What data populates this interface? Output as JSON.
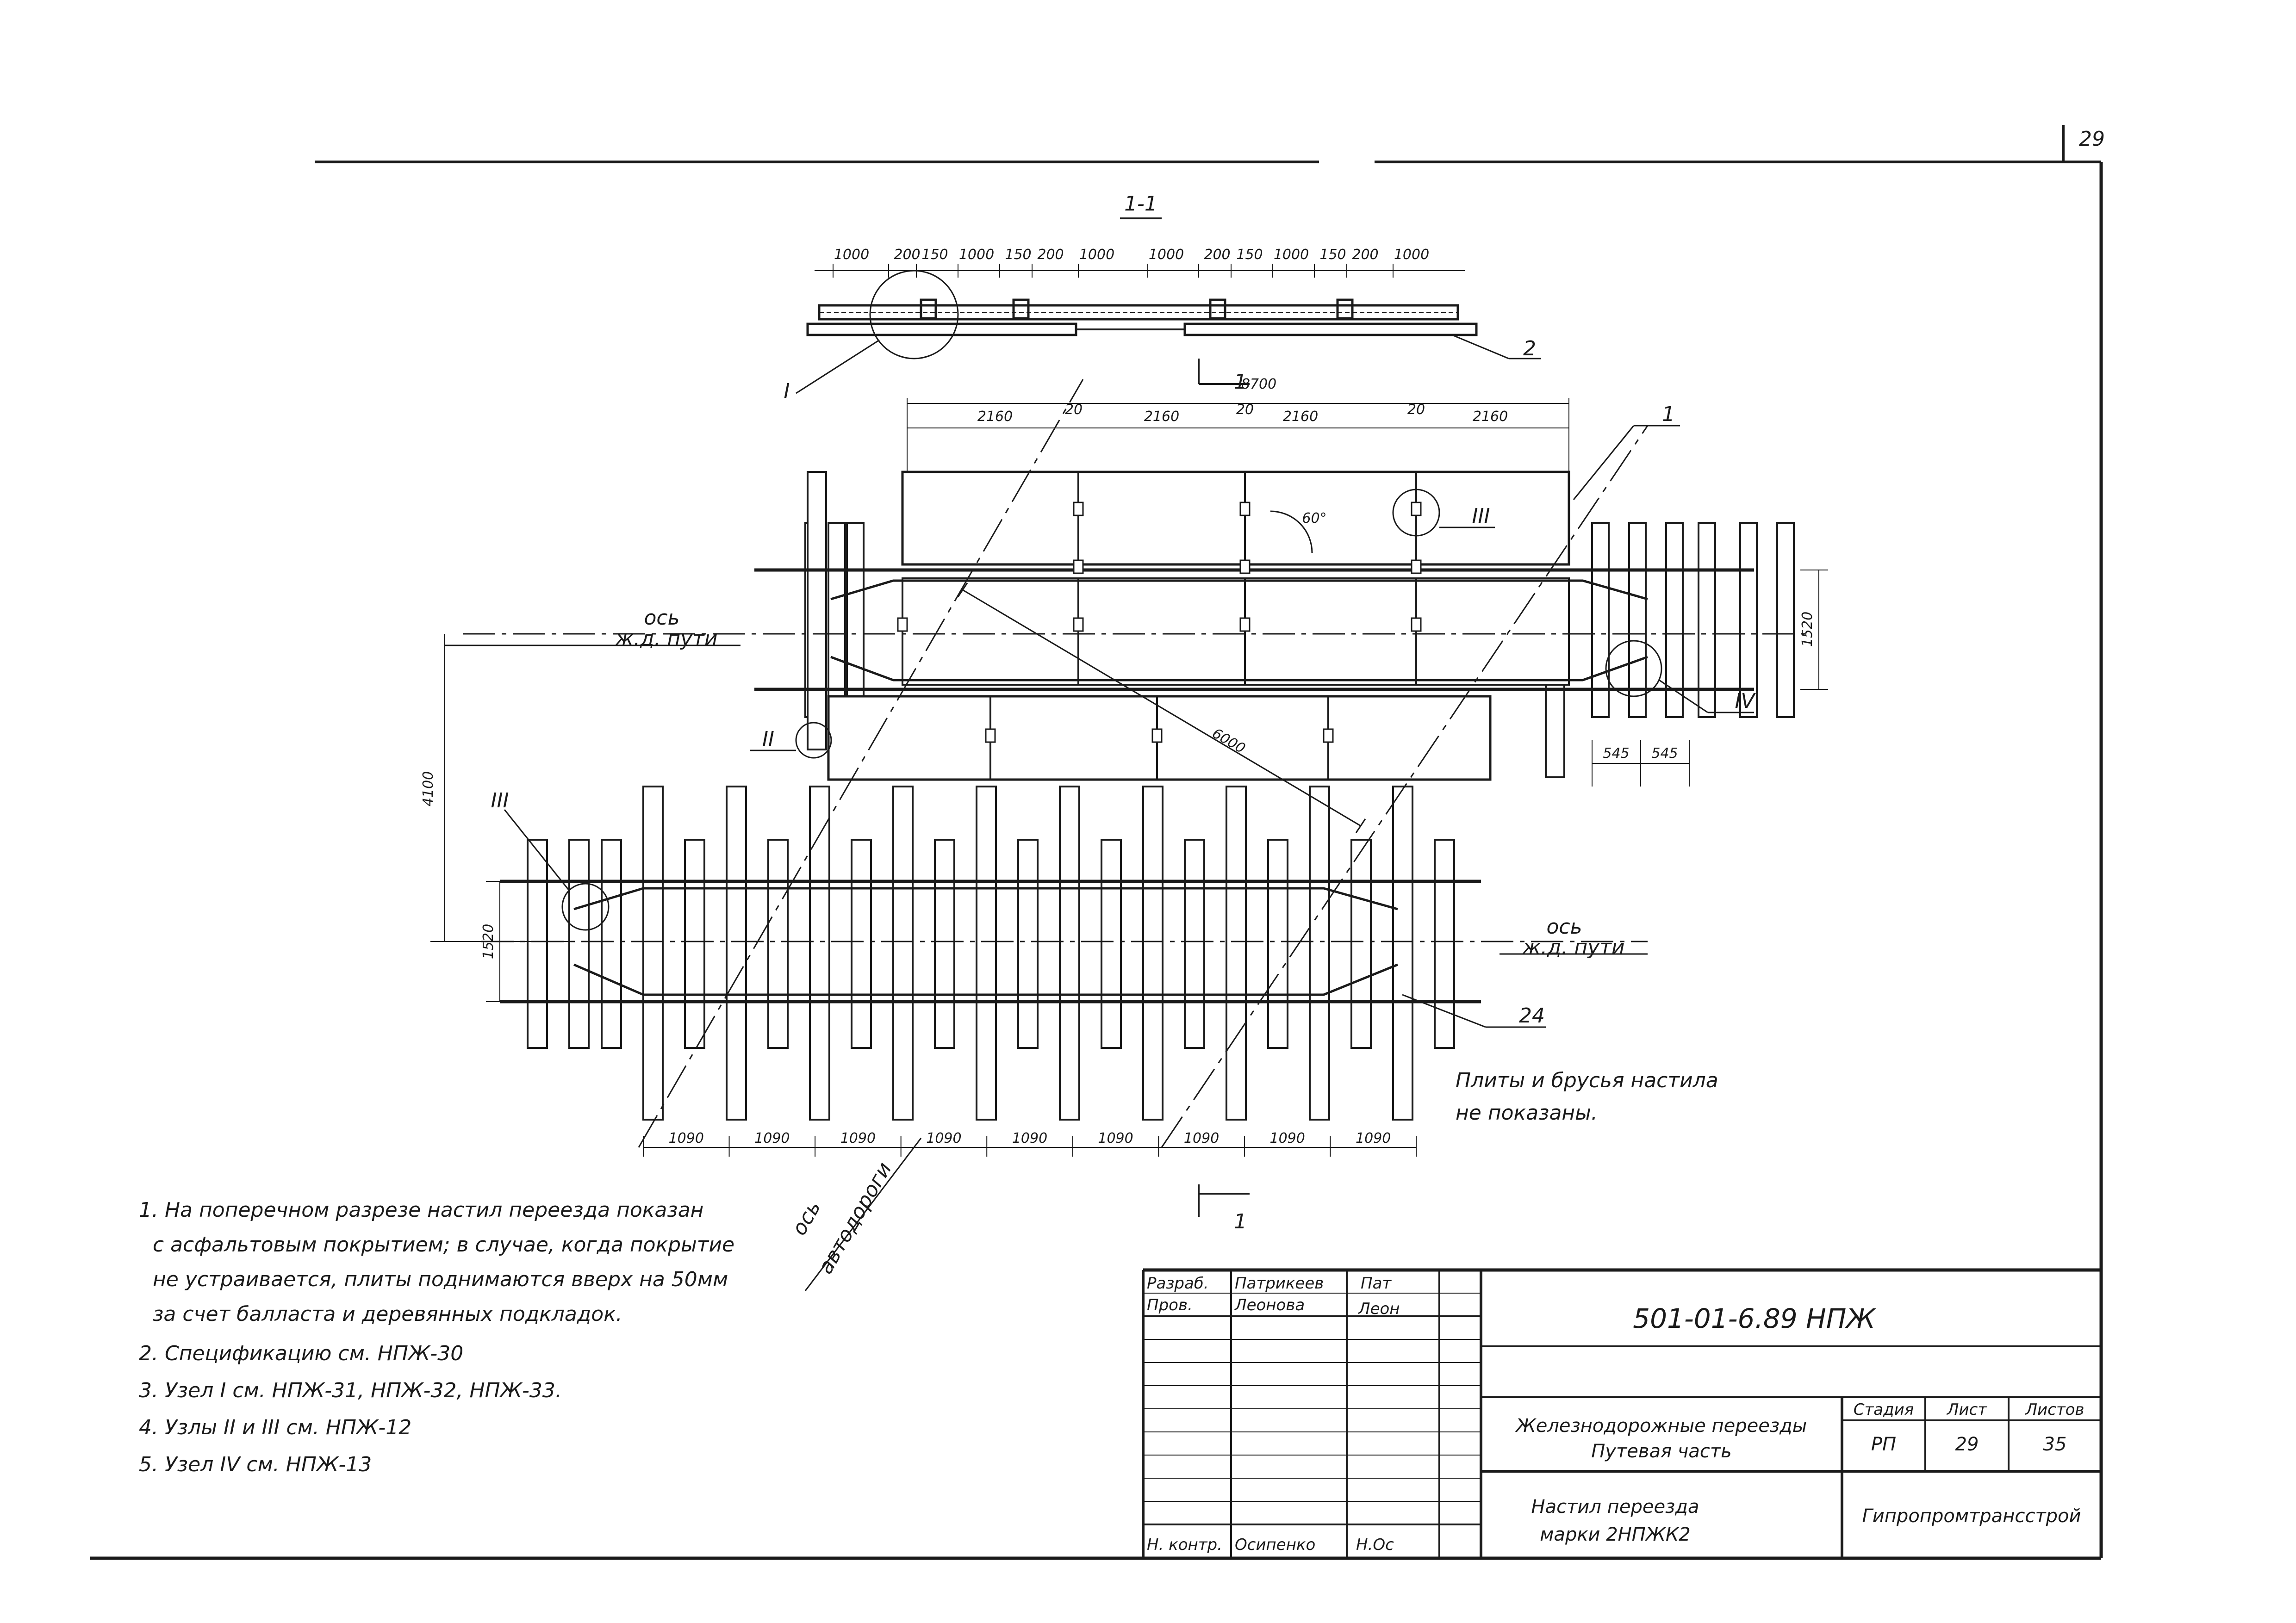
{
  "page_number": "29",
  "section_label": "1-1",
  "section_dims": [
    "1000",
    "200",
    "150",
    "1000",
    "150",
    "200",
    "1000",
    "1000",
    "200",
    "150",
    "1000",
    "150",
    "200",
    "1000"
  ],
  "sheet_dims": {
    "total_width": "8700",
    "panel_widths": [
      "2160",
      "20",
      "2160",
      "20",
      "2160",
      "20",
      "2160"
    ],
    "angle": "60°",
    "diagonal": "6000",
    "axis_offset": "4100",
    "gauge_top": "1520",
    "gauge_bottom": "1520",
    "bottom_spacing": [
      "1090",
      "1090",
      "1090",
      "1090",
      "1090",
      "1090",
      "1090",
      "1090",
      "1090"
    ],
    "end_spacing": [
      "545",
      "545"
    ]
  },
  "callouts": {
    "pos_1_top": "1",
    "pos_2": "2",
    "pos_24": "24",
    "node_I": "I",
    "node_II": "II",
    "node_III_top": "III",
    "node_III_left": "III",
    "node_IV": "IV",
    "section_mark_top": "1",
    "section_mark_bottom": "1"
  },
  "axes": {
    "rail_axis_top_1": "ось",
    "rail_axis_top_2": "ж.д. пути",
    "rail_axis_bottom_1": "ось",
    "rail_axis_bottom_2": "ж.д. пути",
    "road_axis_1": "ось",
    "road_axis_2": "автодороги"
  },
  "plan_note": [
    "Плиты и брусья настила",
    "не показаны."
  ],
  "notes": [
    "1. На поперечном разрезе настил переезда показан",
    "с асфальтовым покрытием; в случае, когда покрытие",
    "не устраивается, плиты поднимаются вверх на 50мм",
    "за счет балласта и деревянных подкладок.",
    "2. Спецификацию см. НПЖ-30",
    "3. Узел I см. НПЖ-31, НПЖ-32, НПЖ-33.",
    "4. Узлы II и III см. НПЖ-12",
    "5. Узел IV см. НПЖ-13"
  ],
  "title_block": {
    "role_1": "Разраб.",
    "name_1": "Патрикеев",
    "role_2": "Пров.",
    "name_2": "Леонова",
    "role_3": "Н. контр.",
    "name_3": "Осипенко",
    "sig_1": "Пат",
    "sig_2": "Леон",
    "sig_3": "Н.Ос",
    "doc_code": "501-01-6.89 НПЖ",
    "project_1": "Железнодорожные переезды",
    "project_2": "Путевая часть",
    "sheet_title_1": "Настил переезда",
    "sheet_title_2": "марки 2НПЖК2",
    "stage_label": "Стадия",
    "sheet_label": "Лист",
    "sheets_label": "Листов",
    "stage": "РП",
    "sheet": "29",
    "sheets": "35",
    "org": "Гипропромтрансстрой"
  }
}
